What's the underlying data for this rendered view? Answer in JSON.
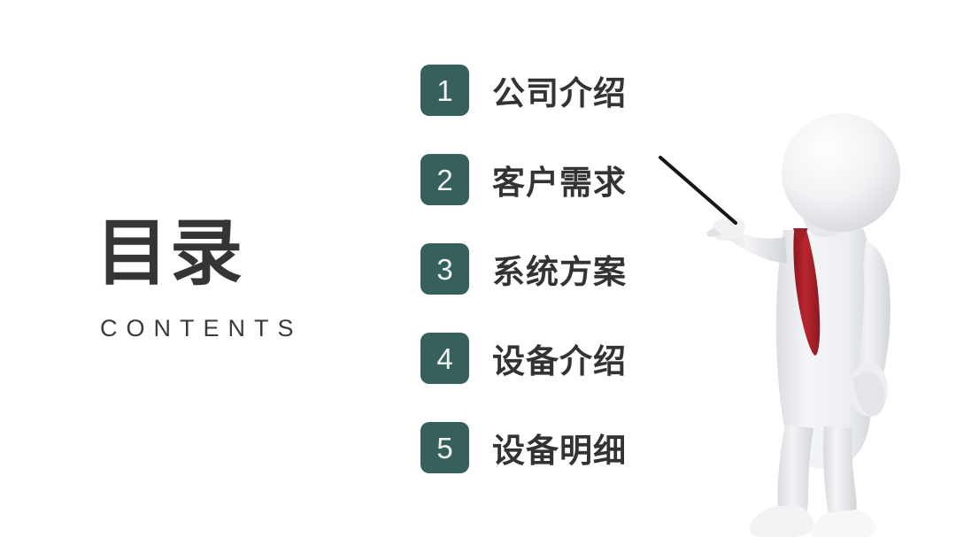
{
  "slide": {
    "background_color": "#ffffff",
    "accent_color": "#36605c",
    "text_color": "#333333",
    "tie_color": "#b0232a",
    "figure_color": "#e9eaec"
  },
  "title": {
    "main": "目录",
    "subtitle": "CONTENTS"
  },
  "contents": {
    "items": [
      {
        "number": "1",
        "label": "公司介绍"
      },
      {
        "number": "2",
        "label": "客户需求"
      },
      {
        "number": "3",
        "label": "系统方案"
      },
      {
        "number": "4",
        "label": "设备介绍"
      },
      {
        "number": "5",
        "label": "设备明细"
      }
    ]
  },
  "figure": {
    "description": "3d-mascot-pointing",
    "accessories": [
      "red-necktie",
      "pointer-stick"
    ]
  }
}
